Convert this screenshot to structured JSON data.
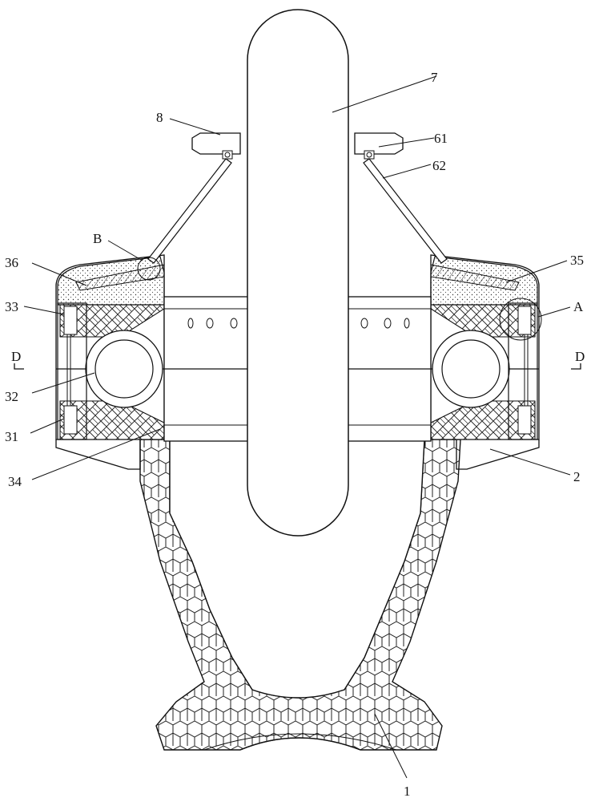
{
  "figure": {
    "labels": {
      "l1": "1",
      "l2": "2",
      "l7": "7",
      "l8": "8",
      "l61": "61",
      "l62": "62",
      "lB": "B",
      "l36": "36",
      "l35": "35",
      "l33": "33",
      "lA": "A",
      "lD_left": "D",
      "lD_right": "D",
      "l32": "32",
      "l31": "31",
      "l34": "34"
    }
  }
}
